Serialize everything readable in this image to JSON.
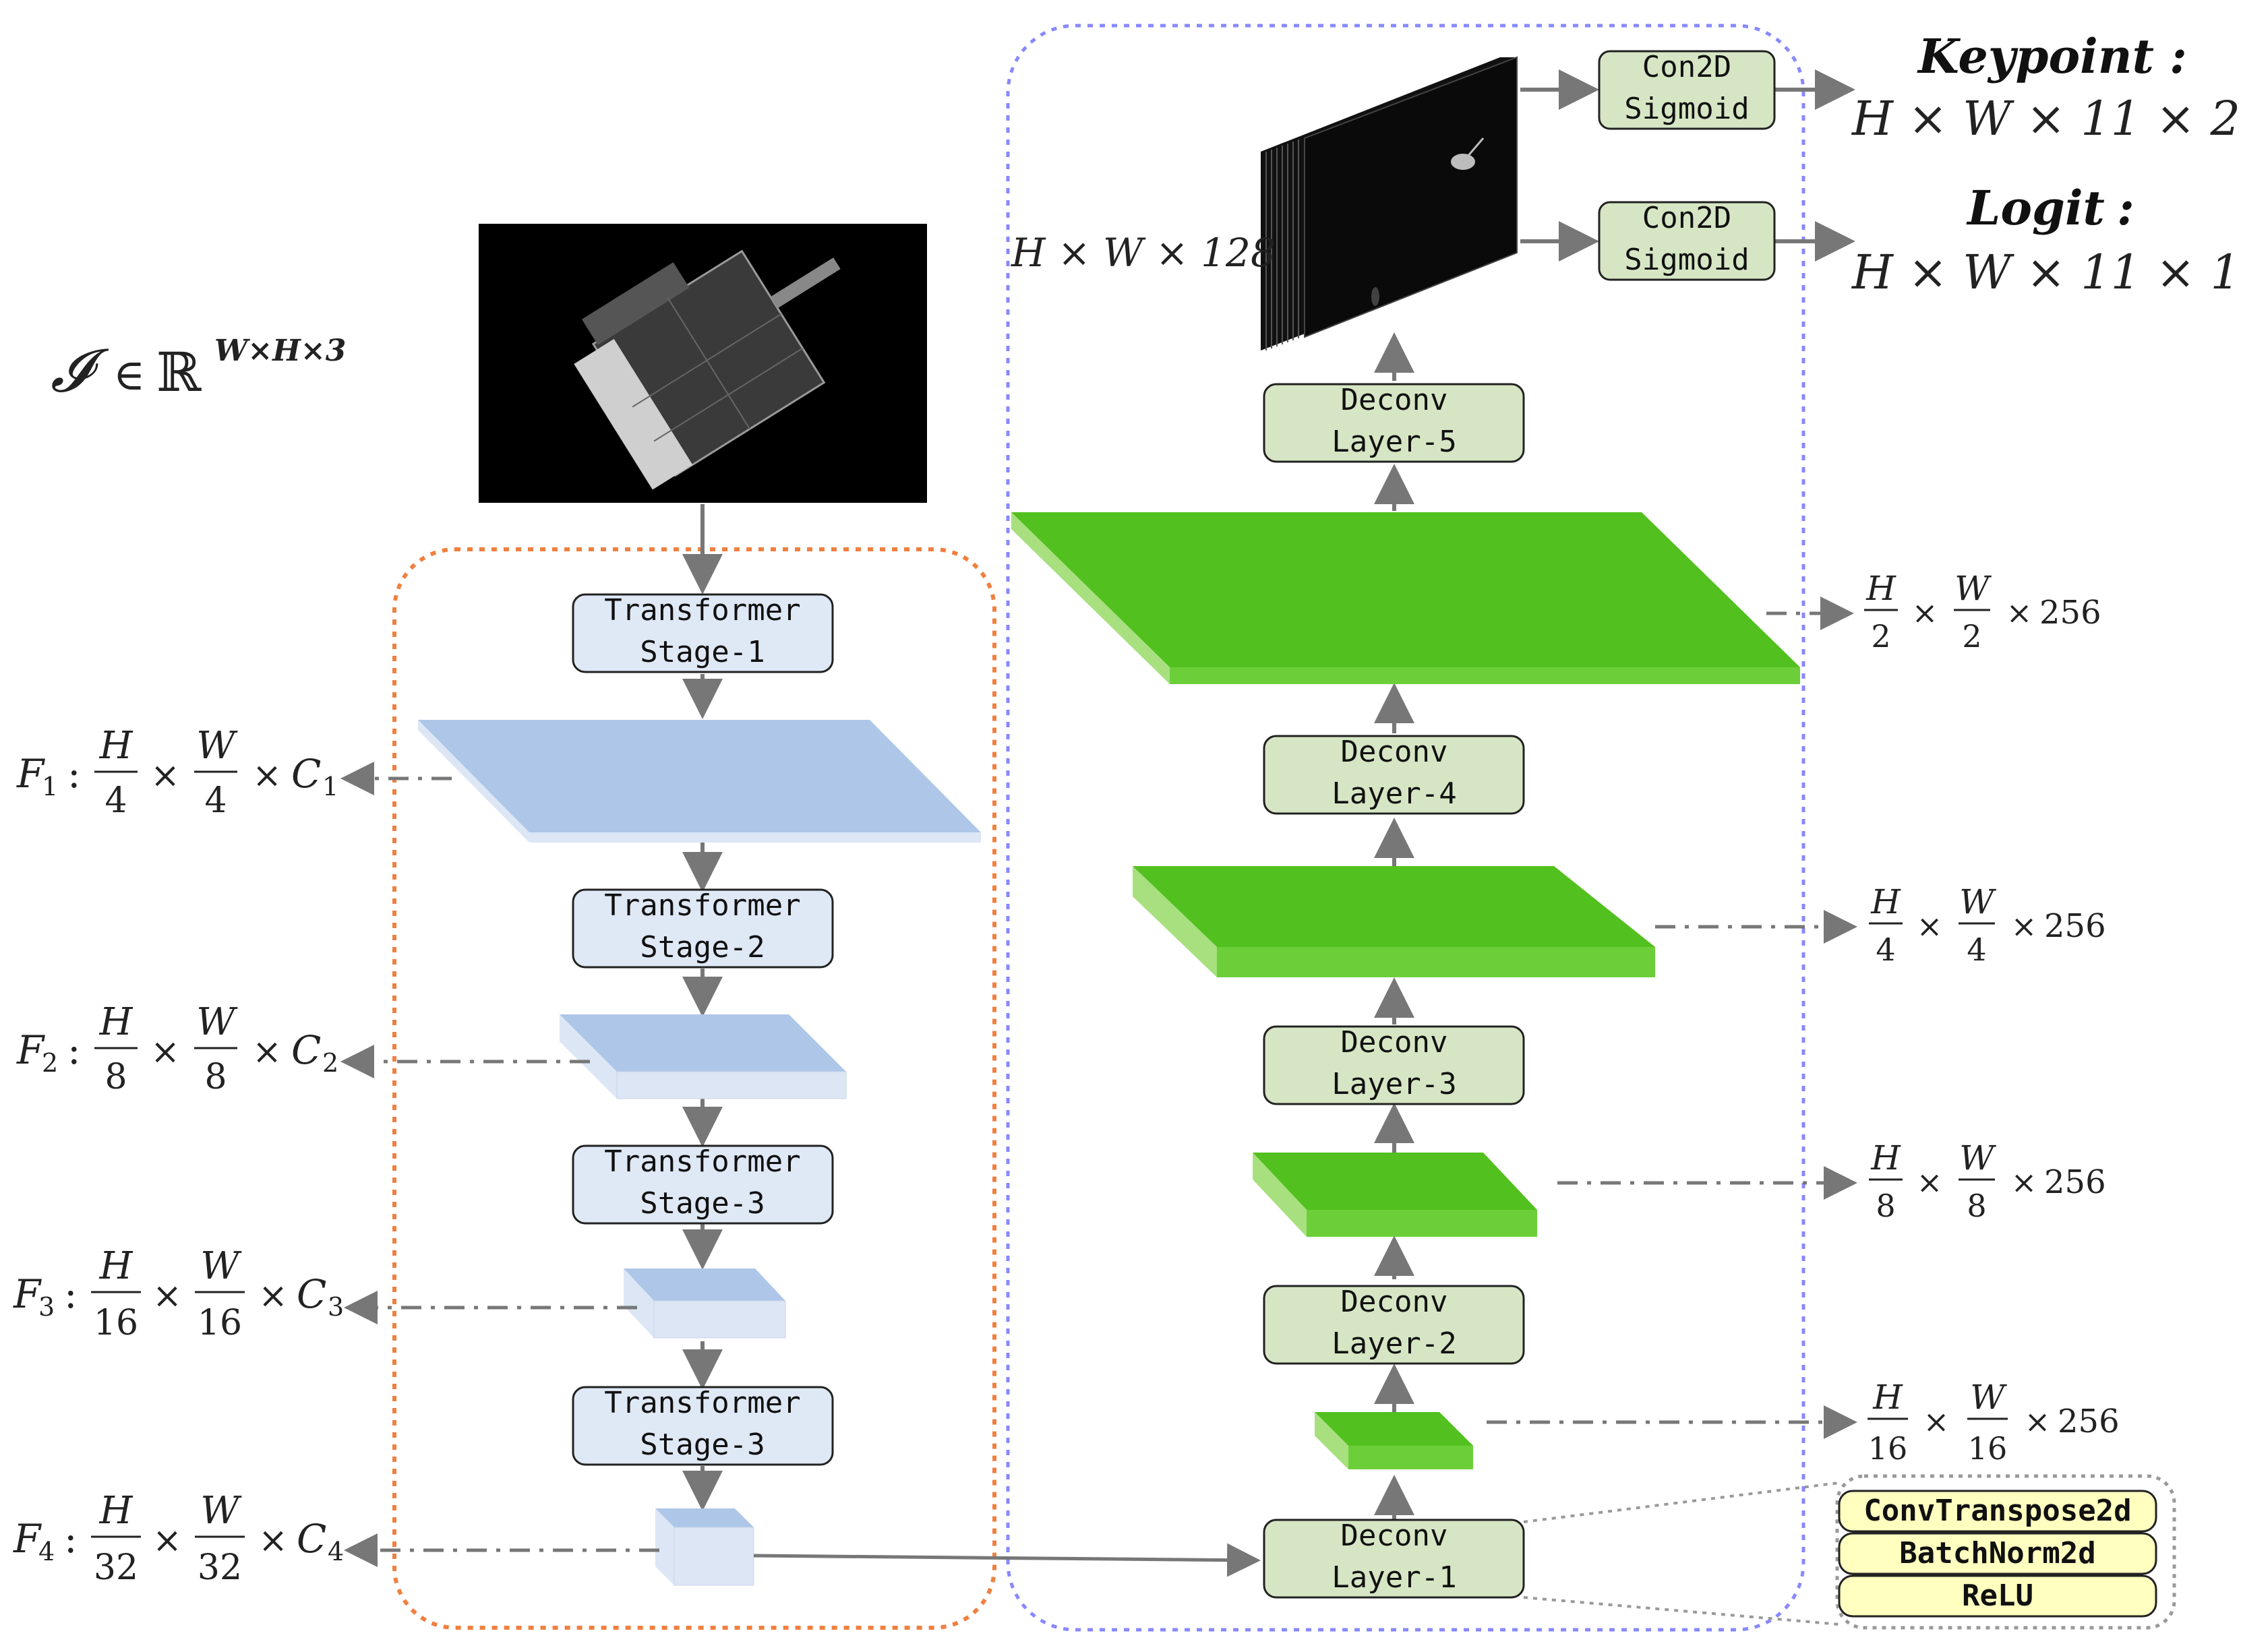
{
  "input": {
    "symbol": "𝓘",
    "in": "∈",
    "real": "ℝ",
    "superscript": "W×H×3"
  },
  "encoder_stages": [
    {
      "line1": "Transformer",
      "line2": "Stage-1"
    },
    {
      "line1": "Transformer",
      "line2": "Stage-2"
    },
    {
      "line1": "Transformer",
      "line2": "Stage-3"
    },
    {
      "line1": "Transformer",
      "line2": "Stage-3"
    }
  ],
  "features": [
    {
      "name": "F",
      "sub": "1",
      "num": "H",
      "den": "4",
      "num2": "W",
      "den2": "4",
      "ch": "C",
      "chsub": "1"
    },
    {
      "name": "F",
      "sub": "2",
      "num": "H",
      "den": "8",
      "num2": "W",
      "den2": "8",
      "ch": "C",
      "chsub": "2"
    },
    {
      "name": "F",
      "sub": "3",
      "num": "H",
      "den": "16",
      "num2": "W",
      "den2": "16",
      "ch": "C",
      "chsub": "3"
    },
    {
      "name": "F",
      "sub": "4",
      "num": "H",
      "den": "32",
      "num2": "W",
      "den2": "32",
      "ch": "C",
      "chsub": "4"
    }
  ],
  "common": {
    "colon": ":",
    "times": "×",
    "ch256": "256"
  },
  "decoder_layers": [
    {
      "line1": "Deconv",
      "line2": "Layer-1"
    },
    {
      "line1": "Deconv",
      "line2": "Layer-2"
    },
    {
      "line1": "Deconv",
      "line2": "Layer-3"
    },
    {
      "line1": "Deconv",
      "line2": "Layer-4"
    },
    {
      "line1": "Deconv",
      "line2": "Layer-5"
    }
  ],
  "decoder_outputs": [
    {
      "num": "H",
      "den": "2",
      "num2": "W",
      "den2": "2"
    },
    {
      "num": "H",
      "den": "4",
      "num2": "W",
      "den2": "4"
    },
    {
      "num": "H",
      "den": "8",
      "num2": "W",
      "den2": "8"
    },
    {
      "num": "H",
      "den": "16",
      "num2": "W",
      "den2": "16"
    }
  ],
  "feature_map_label": "H × W × 128",
  "heads": [
    {
      "line1": "Con2D",
      "line2": "Sigmoid",
      "title": "Keypoint",
      "shape": "H × W × 11 × 2"
    },
    {
      "line1": "Con2D",
      "line2": "Sigmoid",
      "title": "Logit",
      "shape": "H × W × 11 × 1"
    }
  ],
  "deconv_detail": [
    "ConvTranspose2d",
    "BatchNorm2d",
    "ReLU"
  ],
  "colors": {
    "encoder_box": "#dfe8f5",
    "decoder_box": "#d6e6c4",
    "detail_box": "#ffffc0",
    "blue_top": "#aec7e8",
    "blue_side": "#dce6f5",
    "green_top": "#52c01e",
    "green_side": "#a8e080",
    "orange_border": "#f08040",
    "purple_border": "#8888ff",
    "arrow": "#777777"
  }
}
